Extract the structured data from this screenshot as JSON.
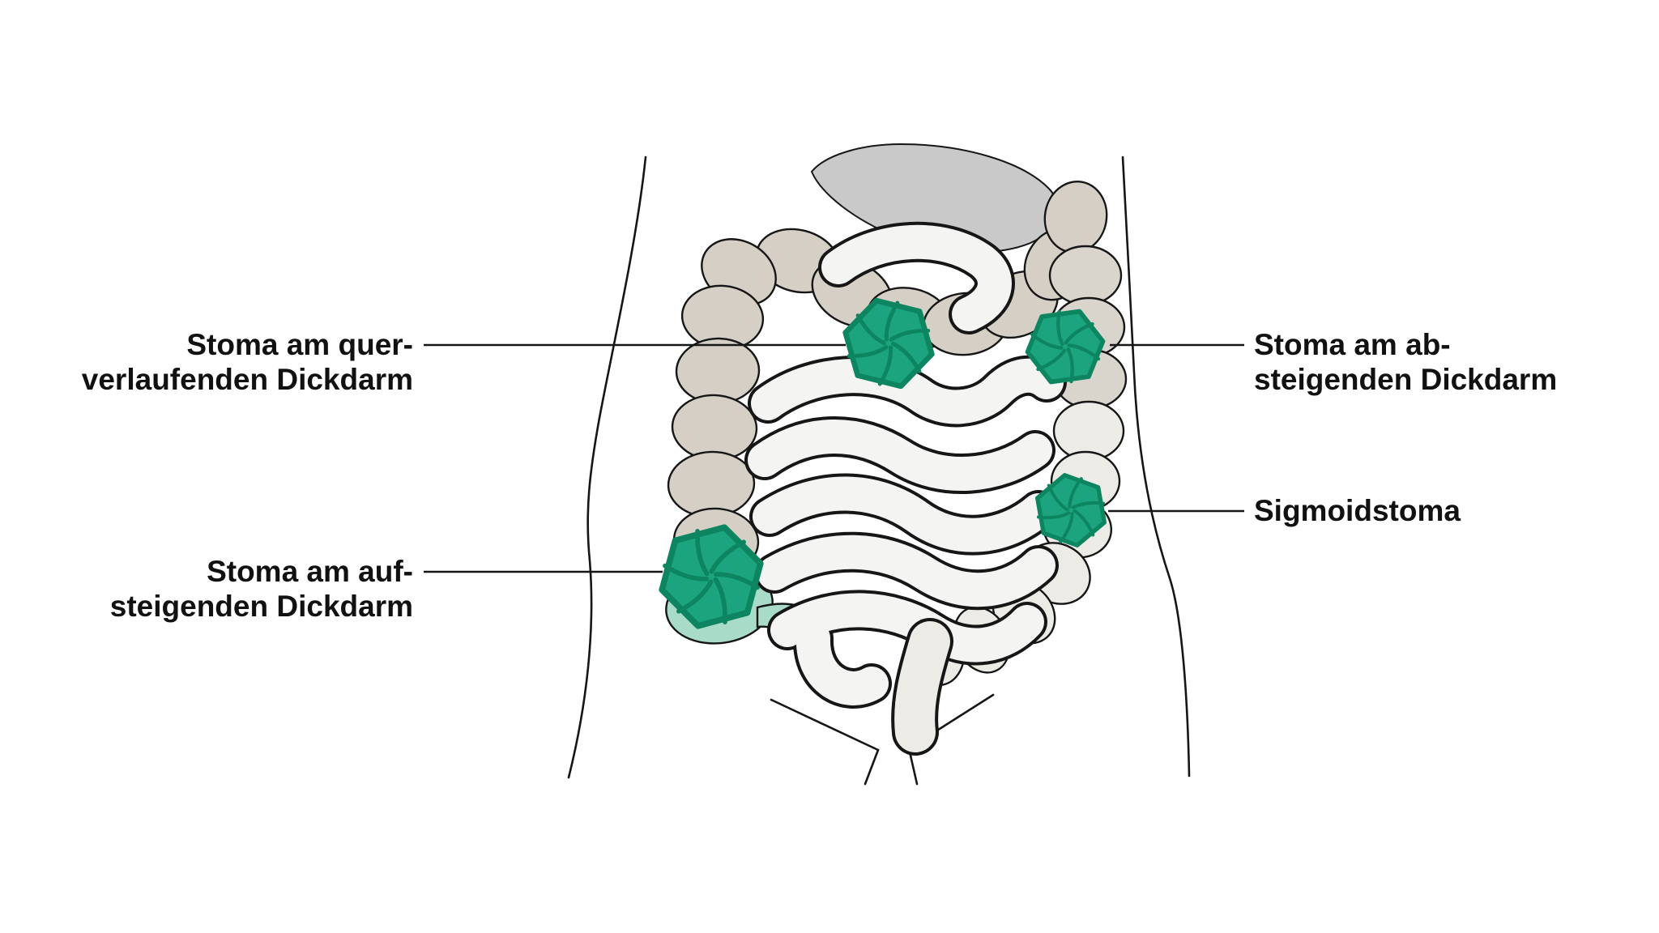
{
  "diagram": {
    "labels": {
      "transverse": {
        "line1": "Stoma am quer-",
        "line2": "verlaufenden Dickdarm"
      },
      "descending": {
        "line1": "Stoma am ab-",
        "line2": "steigenden Dickdarm"
      },
      "sigmoid": {
        "line1": "Sigmoidstoma"
      },
      "ascending": {
        "line1": "Stoma am auf-",
        "line2": "steigenden Dickdarm"
      }
    }
  },
  "colors": {
    "background": "#ffffff",
    "outline": "#161616",
    "label_color": "#111111",
    "stoma_fill": "#1ba47d",
    "stoma_stroke": "#0d8561",
    "colon_beige": "#d5cfc5",
    "colon_grey": "#dad5cc",
    "colon_light": "#ecebe6",
    "intestine_fill": "#f4f4f3",
    "cecum_mint": "#a9dcc8",
    "stomach_grey": "#c9c9c9"
  }
}
